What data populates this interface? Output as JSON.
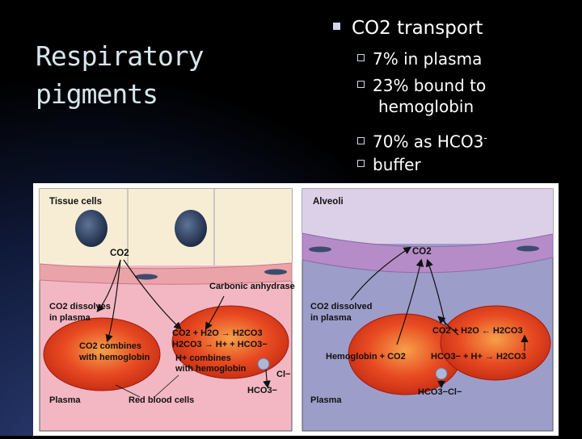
{
  "slide": {
    "title_line1": "Respiratory",
    "title_line2": "pigments",
    "bullet_main": "CO2 transport",
    "sub_items": [
      {
        "text": "7% in plasma"
      },
      {
        "text_line1": "23% bound to",
        "text_line2": "hemoglobin"
      },
      {
        "text": "70% as HCO3",
        "superscript": "-"
      },
      {
        "text": "buffer"
      }
    ]
  },
  "diagram": {
    "left_panel": {
      "header": "Tissue cells",
      "co2_top": "CO2",
      "carbonic_anhydrase": "Carbonic anhydrase",
      "dissolves_line1": "CO2 dissolves",
      "dissolves_line2": "in plasma",
      "combines_line1": "CO2 combines",
      "combines_line2": "with hemoglobin",
      "eq1": "CO2 + H2O → H2CO3",
      "eq2": "H2CO3 → H+ + HCO3−",
      "hplus_line1": "H+ combines",
      "hplus_line2": "with hemoglobin",
      "cl": "Cl−",
      "hco3_out": "HCO3−",
      "plasma": "Plasma",
      "rbc": "Red blood cells"
    },
    "right_panel": {
      "header": "Alveoli",
      "co2_top": "CO2",
      "dissolved_line1": "CO2 dissolved",
      "dissolved_line2": "in plasma",
      "eq1": "CO2 + H2O ← H2CO3",
      "eq2": "HCO3− + H+ → H2CO3",
      "hemoglobin": "Hemoglobin + CO2",
      "hco3_cl": "HCO3−Cl−",
      "plasma": "Plasma"
    }
  },
  "colors": {
    "slide_bg": "#000000",
    "title_text": "#d7e6ec",
    "tissue_cell": "#f6ecd2",
    "nucleus": "#35486b",
    "plasma_pink": "#f2b7c3",
    "rbc_red": "#e4381c",
    "alveoli_purple": "#d7cce6"
  }
}
